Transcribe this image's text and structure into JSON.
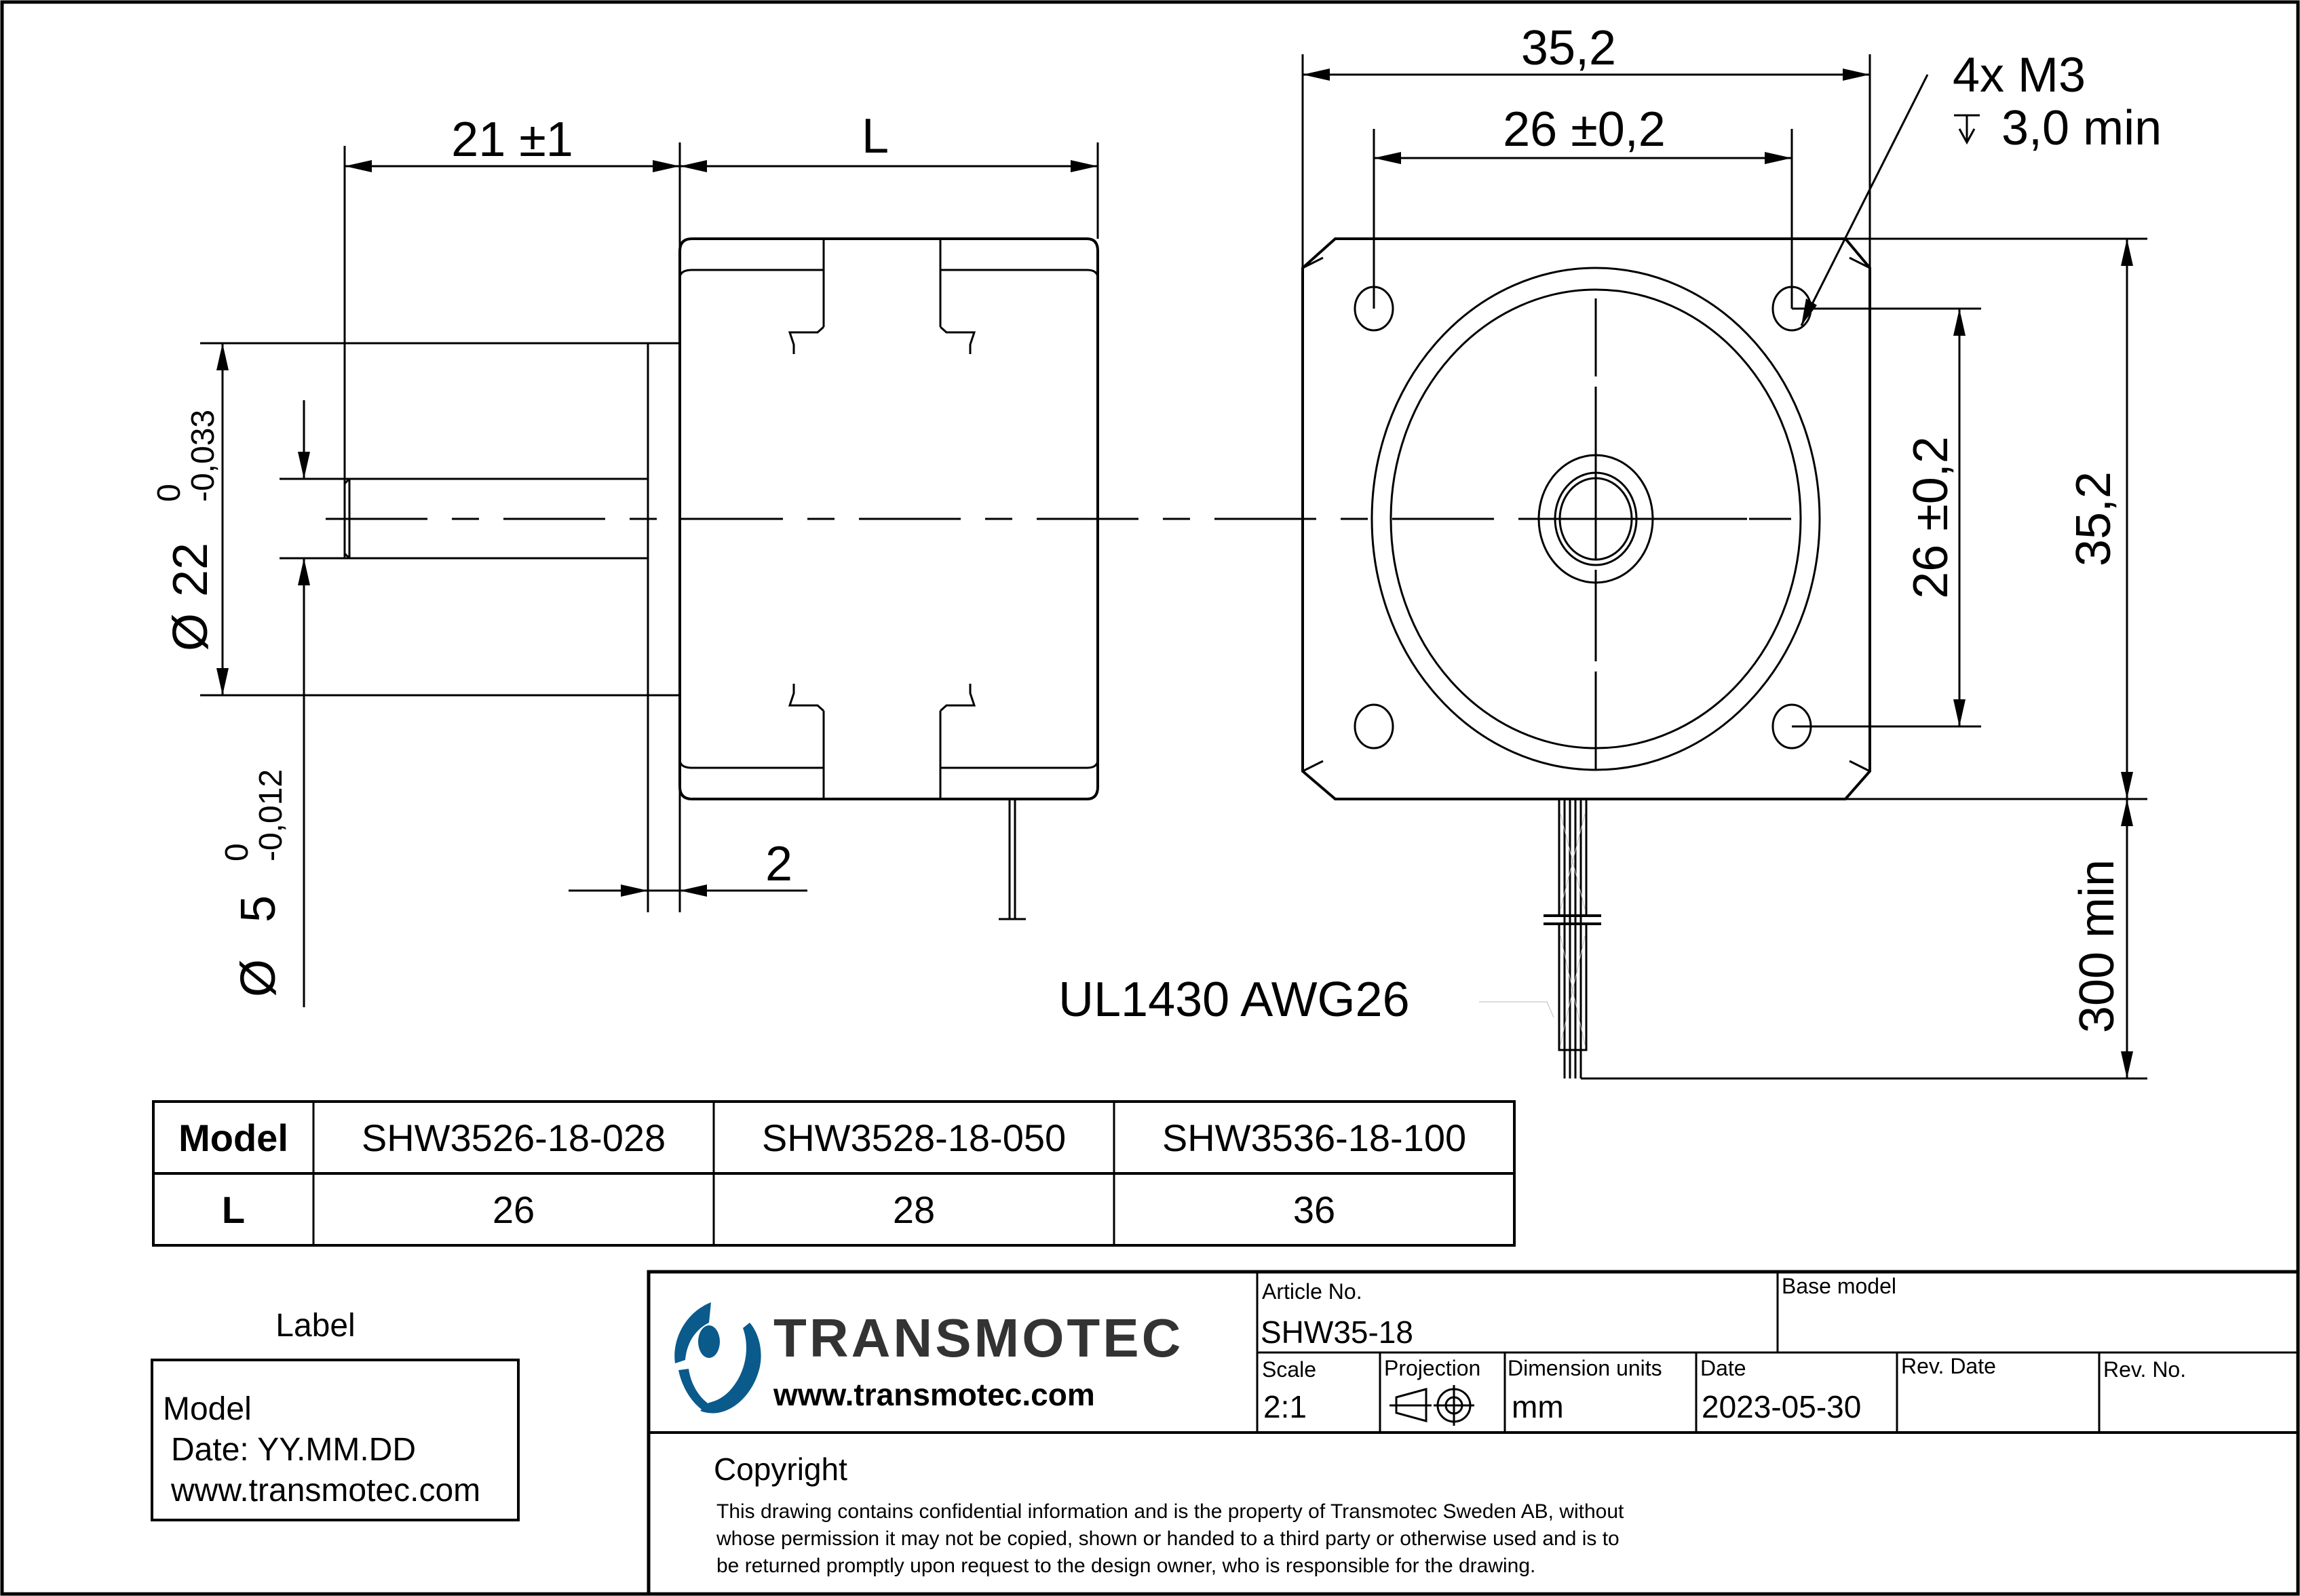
{
  "drawing": {
    "side_view": {
      "dim_shaft_length": "21 ±1",
      "dim_body_length": "L",
      "dim_flange_thickness": "2",
      "dim_pilot_diameter": {
        "symbol": "Ø",
        "value": "22",
        "upper_tol": "0",
        "lower_tol": "-0,033"
      },
      "dim_shaft_diameter": {
        "symbol": "Ø",
        "value": "5",
        "upper_tol": "0",
        "lower_tol": "-0,012"
      }
    },
    "front_view": {
      "dim_width": "35,2",
      "dim_hole_spacing_h": "26 ±0,2",
      "dim_hole_spacing_v": "26 ±0,2",
      "dim_height": "35,2",
      "hole_callout_line1": "4x M3",
      "hole_callout_line2": "3,0 min",
      "depth_symbol": "↧",
      "cable_spec": "UL1430 AWG26",
      "dim_cable_length": "300 min"
    }
  },
  "model_table": {
    "header_label": "Model",
    "row_label": "L",
    "columns": [
      {
        "model": "SHW3526-18-028",
        "L": "26"
      },
      {
        "model": "SHW3528-18-050",
        "L": "28"
      },
      {
        "model": "SHW3536-18-100",
        "L": "36"
      }
    ]
  },
  "label_box": {
    "title": "Label",
    "lines": [
      "Model",
      "Date: YY.MM.DD",
      "www.transmotec.com"
    ]
  },
  "title_block": {
    "logo_text": "TRANSMOTEC",
    "logo_url": "www.transmotec.com",
    "brand_color": "#0a5a8c",
    "article_no_label": "Article No.",
    "article_no_value": "SHW35-18",
    "base_model_label": "Base model",
    "base_model_value": "",
    "scale_label": "Scale",
    "scale_value": "2:1",
    "projection_label": "Projection",
    "projection_icon": "first-angle-projection-icon",
    "units_label": "Dimension units",
    "units_value": "mm",
    "date_label": "Date",
    "date_value": "2023-05-30",
    "rev_date_label": "Rev. Date",
    "rev_date_value": "",
    "rev_no_label": "Rev. No.",
    "rev_no_value": "",
    "copyright_title": "Copyright",
    "copyright_lines": [
      "This drawing contains confidential information and is the property of Transmotec Sweden AB, without",
      "whose permission it may not be copied, shown or handed to a third party or otherwise used and is to",
      "be returned promptly upon request to the design owner, who is responsible for the drawing."
    ]
  }
}
